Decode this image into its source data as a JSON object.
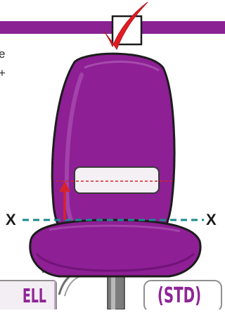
{
  "fragment_text": {
    "line1": "e",
    "line2": "+"
  },
  "axis_marks": {
    "left": "X",
    "right": "X"
  },
  "bottom_tabs": {
    "left_label": "ELL",
    "right_label": "(STD)"
  },
  "colors": {
    "brand_purple": "#8a2293",
    "seat_purple": "#8e1f95",
    "seat_shadow": "#6a1270",
    "check_red": "#e21b23",
    "measure_teal": "#1a8a8e",
    "guide_red": "#d6232a",
    "tab_border": "#8f8f8f"
  },
  "icons": {
    "checkbox": "checkbox-checked-icon",
    "arrow": "arrow-up-icon"
  }
}
